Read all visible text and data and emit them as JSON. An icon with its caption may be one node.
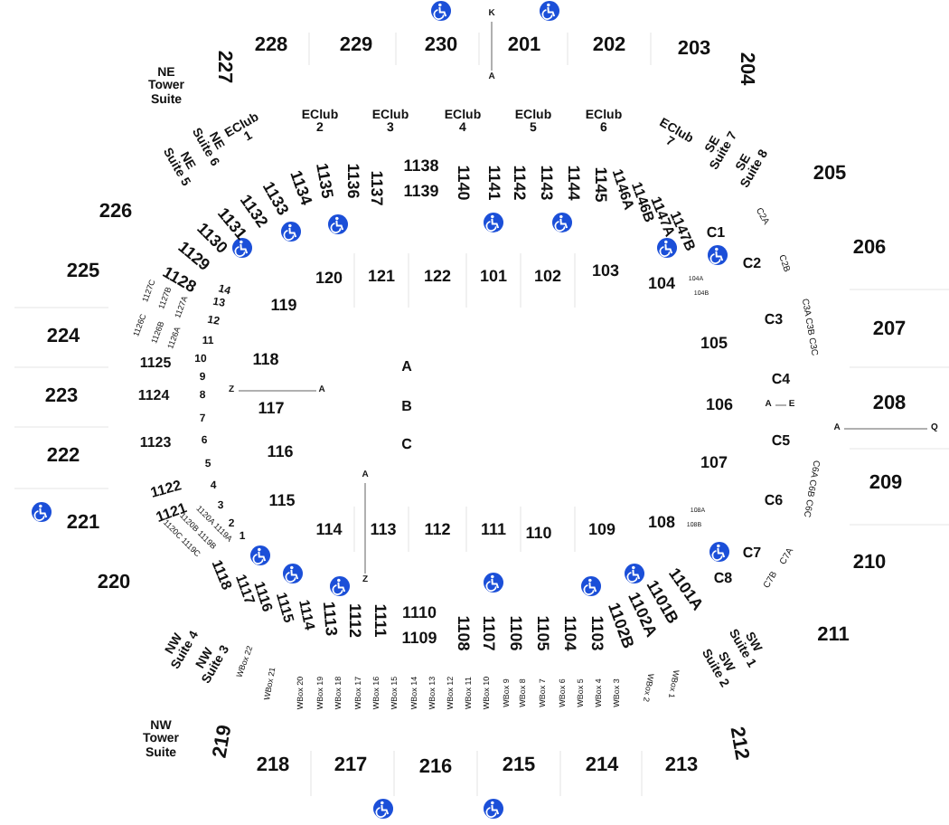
{
  "diagram": {
    "labels": [
      "228",
      "229",
      "230",
      "K",
      "201",
      "202",
      "203",
      "A",
      "227",
      "204",
      "NE Tower Suite",
      "EClub 1",
      "EClub 2",
      "EClub 3",
      "EClub 4",
      "EClub 5",
      "EClub 6",
      "EClub 7",
      "NE Suite 6",
      "SE Suite 7",
      "NE Suite 5",
      "SE Suite 8",
      "1138",
      "205",
      "1133",
      "1134",
      "1135",
      "1136",
      "1137",
      "1139",
      "1140",
      "1141",
      "1142",
      "1143",
      "1144",
      "1145",
      "1146A",
      "1146B",
      "1147A",
      "1147B",
      "1132",
      "1131",
      "1130",
      "1129",
      "1128",
      "226",
      "225",
      "C1",
      "C2A",
      "C2",
      "C2B",
      "206",
      "120",
      "121",
      "122",
      "101",
      "102",
      "103",
      "104",
      "104A",
      "104B",
      "1127C",
      "1127B",
      "1127A",
      "14",
      "13",
      "119",
      "C3A C3B C3C",
      "1126C",
      "1126B",
      "1126A",
      "12",
      "C3",
      "207",
      "224",
      "11",
      "105",
      "1125",
      "10",
      "118",
      "A",
      "9",
      "C4",
      "223",
      "1124",
      "8",
      "Z",
      "A",
      "117",
      "B",
      "106",
      "A",
      "E",
      "208",
      "7",
      "A",
      "Q",
      "1123",
      "6",
      "C",
      "C5",
      "222",
      "5",
      "116",
      "107",
      "A",
      "1122",
      "4",
      "115",
      "C6",
      "C6A C6B C6C",
      "209",
      "221",
      "1121",
      "3",
      "2",
      "108",
      "108B",
      "108A",
      "114",
      "113",
      "112",
      "111",
      "110",
      "109",
      "1",
      "1120A 1119A",
      "1120B 1119B",
      "1120C 1119C",
      "C7",
      "C7A",
      "210",
      "C8",
      "C7B",
      "Z",
      "1118",
      "1117",
      "1116",
      "1115",
      "1114",
      "1113",
      "1112",
      "1111",
      "1102B",
      "1102A",
      "1101B",
      "1101A",
      "220",
      "1110",
      "1109",
      "1108",
      "1107",
      "1106",
      "1105",
      "1104",
      "1103",
      "211",
      "NW Suite 4",
      "NW Suite 3",
      "WBox 22",
      "WBox 21",
      "WBox 20",
      "WBox 19",
      "WBox 18",
      "WBox 17",
      "WBox 16",
      "WBox 15",
      "WBox 14",
      "WBox 13",
      "WBox 12",
      "WBox 11",
      "WBox 10",
      "WBox 9",
      "WBox 8",
      "WBox 7",
      "WBox 6",
      "WBox 5",
      "WBox 4",
      "WBox 3",
      "WBox 2",
      "WBox 1",
      "SW Suite 2",
      "SW Suite 1",
      "NW Tower Suite",
      "219",
      "212",
      "218",
      "217",
      "216",
      "215",
      "214",
      "213"
    ]
  }
}
